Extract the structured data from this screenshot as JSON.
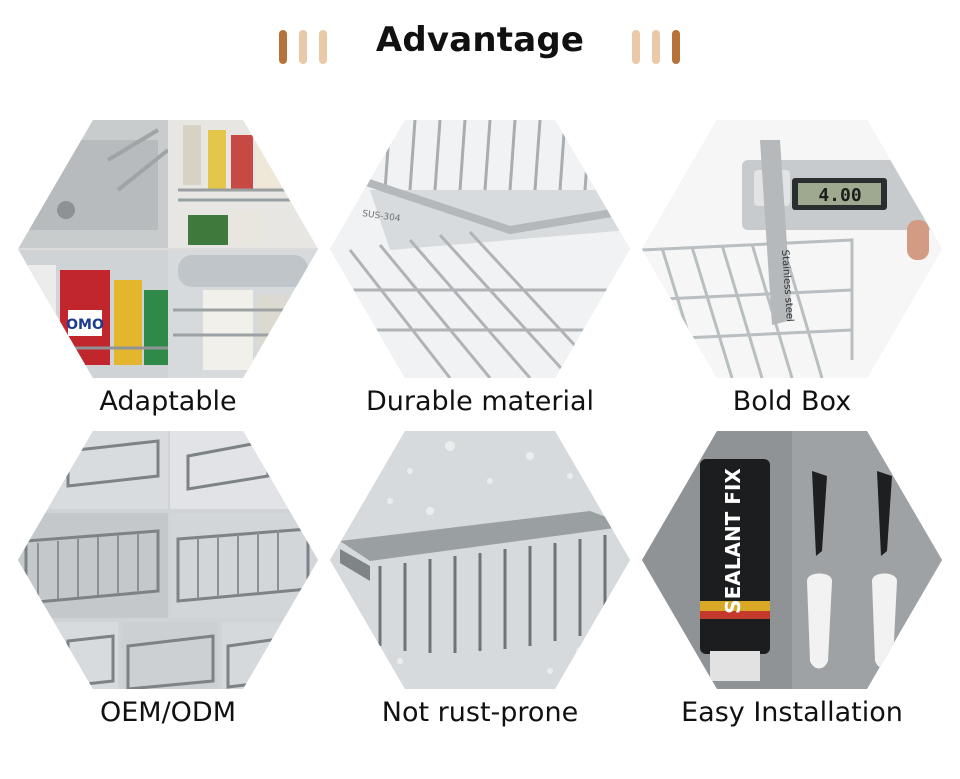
{
  "header": {
    "title": "Advantage",
    "accent_color": "#b5733a",
    "light_bar_color": "#e9c9a7"
  },
  "features": [
    {
      "label": "Adaptable",
      "image": "basket-in-use-collage"
    },
    {
      "label": "Durable material",
      "image": "steel-wire-basket-closeup",
      "engraving": "SUS-304"
    },
    {
      "label": "Bold Box",
      "image": "caliper-measuring-wire",
      "caliper_reading": "4.00",
      "caliper_text": "Stainless steel"
    },
    {
      "label": "OEM/ODM",
      "image": "basket-variants-grid"
    },
    {
      "label": "Not rust-prone",
      "image": "basket-with-water-droplets"
    },
    {
      "label": "Easy Installation",
      "image": "sealant-tube-screws-anchors",
      "tube_text": "SEALANT FIX"
    }
  ]
}
